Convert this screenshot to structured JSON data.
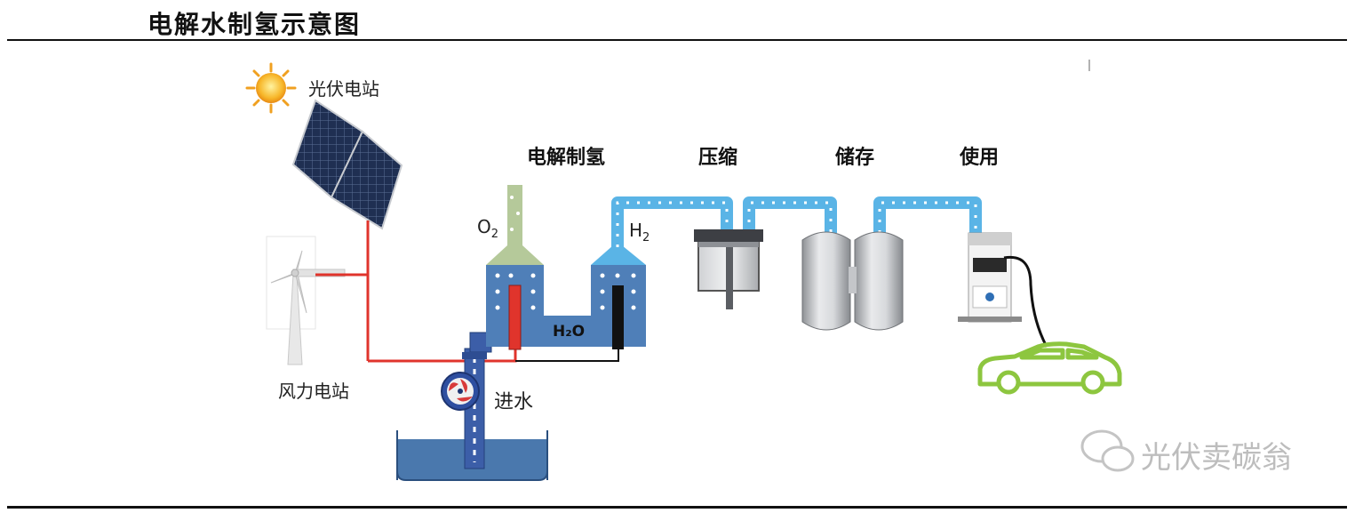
{
  "title": "电解水制氢示意图",
  "labels": {
    "pv_station": "光伏电站",
    "wind_station": "风力电站",
    "water_inlet": "进水",
    "o2": "O",
    "o2_sub": "2",
    "h2": "H",
    "h2_sub": "2",
    "water": "H₂O"
  },
  "stages": [
    "电解制氢",
    "压缩",
    "储存",
    "使用"
  ],
  "watermark": "光伏卖碳翁",
  "colors": {
    "wire_red": "#e0342c",
    "pipe_blue": "#5ab4e6",
    "tank_blue": "#4f7fb8",
    "car_green": "#8dc63f"
  }
}
